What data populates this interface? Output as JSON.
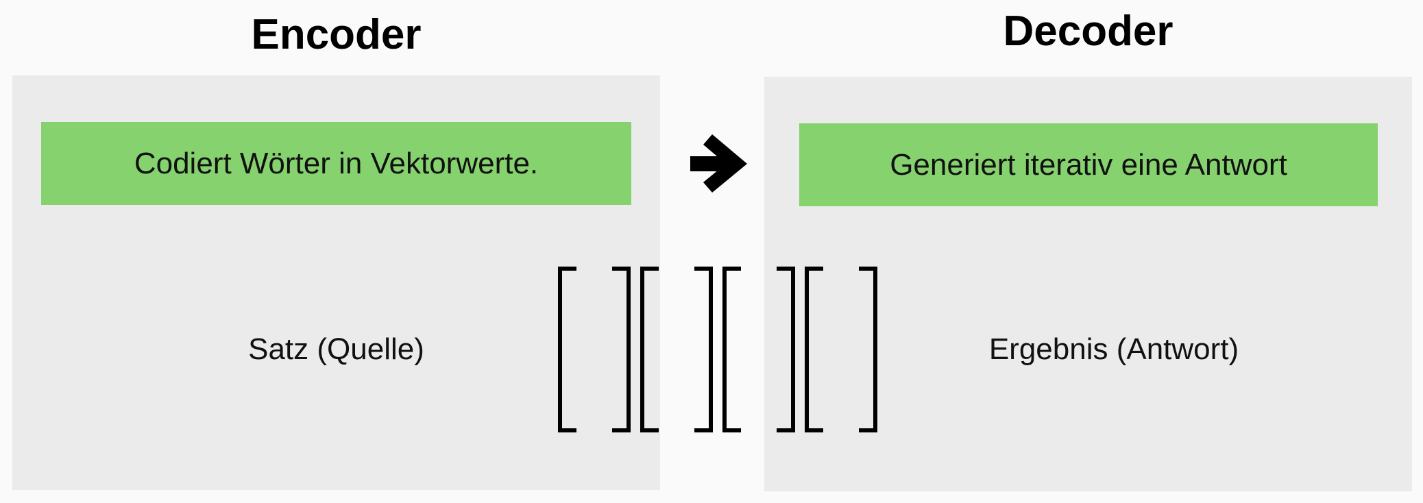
{
  "encoder": {
    "title": "Encoder",
    "description": "Codiert Wörter in Vektorwerte.",
    "caption": "Satz (Quelle)"
  },
  "decoder": {
    "title": "Decoder",
    "description": "Generiert iterativ eine Antwort",
    "caption": "Ergebnis (Antwort)"
  },
  "colors": {
    "panel": "#ebebeb",
    "highlight": "#85d26e",
    "text": "#111111"
  },
  "icons": {
    "flow": "arrow-right-icon",
    "vectors": "bracket-vector-icon"
  },
  "vector_count": 4
}
